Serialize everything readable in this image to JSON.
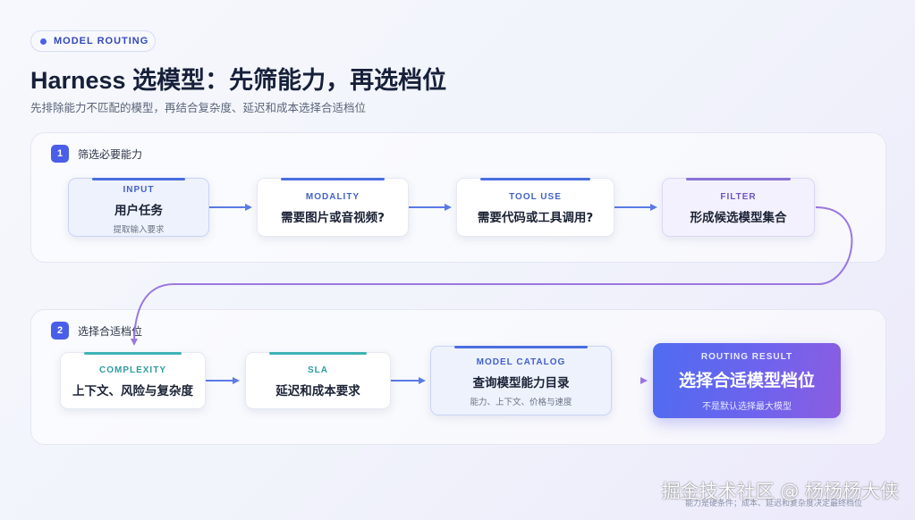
{
  "badge": {
    "label": "MODEL ROUTING"
  },
  "title": "Harness 选模型：先筛能力，再选档位",
  "subtitle": "先排除能力不匹配的模型，再结合复杂度、延迟和成本选择合适档位",
  "stage1": {
    "number": "1",
    "label": "筛选必要能力",
    "nodes": [
      {
        "tag": "INPUT",
        "main": "用户任务",
        "sub": "提取输入要求"
      },
      {
        "tag": "MODALITY",
        "main": "需要图片或音视频?"
      },
      {
        "tag": "TOOL USE",
        "main": "需要代码或工具调用?"
      },
      {
        "tag": "FILTER",
        "main": "形成候选模型集合"
      }
    ]
  },
  "stage2": {
    "number": "2",
    "label": "选择合适档位",
    "nodes": [
      {
        "tag": "COMPLEXITY",
        "main": "上下文、风险与复杂度"
      },
      {
        "tag": "SLA",
        "main": "延迟和成本要求"
      },
      {
        "tag": "MODEL CATALOG",
        "main": "查询模型能力目录",
        "sub": "能力、上下文、价格与速度"
      },
      {
        "tag": "ROUTING RESULT",
        "main": "选择合适模型档位",
        "sub": "不是默认选择最大模型"
      }
    ]
  },
  "footnote": "能力是硬条件；成本、延迟和复杂度决定最终档位",
  "watermark": "掘金技术社区 @ 杨杨杨大侠",
  "colors": {
    "accent": "#4a5ee8",
    "result_start": "#4f6cf0",
    "result_end": "#8b5de0",
    "connector": "#9a78e0"
  }
}
